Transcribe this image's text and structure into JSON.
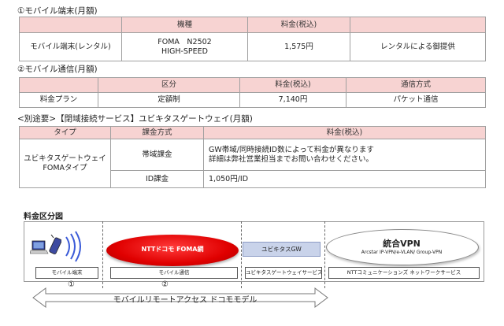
{
  "section1": {
    "heading": "①モバイル端末(月額)",
    "headers": [
      "",
      "機種",
      "料金(税込)",
      ""
    ],
    "row": {
      "name": "モバイル端末(レンタル)",
      "model_line1": "FOMA　N2502",
      "model_line2": "HIGH-SPEED",
      "price": "1,575円",
      "note": "レンタルによる御提供"
    }
  },
  "section2": {
    "heading": "②モバイル通信(月額)",
    "headers": [
      "",
      "区分",
      "料金(税込)",
      "通信方式"
    ],
    "row": {
      "name": "料金プラン",
      "type": "定額制",
      "price": "7,140円",
      "method": "パケット通信"
    }
  },
  "section3": {
    "heading": "<別途要>【閉域接続サービス】ユビキタスゲートウェイ(月額)",
    "headers": [
      "タイプ",
      "課金方式",
      "料金(税込)"
    ],
    "type_line1": "ユビキタスゲートウェイ",
    "type_line2": "FOMAタイプ",
    "rows": [
      {
        "billing": "帯域課金",
        "price_line1": "GW帯域/同時接続ID数によって料金が異なります",
        "price_line2": "詳細は弊社営業担当までお問い合わせください。"
      },
      {
        "billing": "ID課金",
        "price_line1": "1,050円/ID",
        "price_line2": ""
      }
    ]
  },
  "diagram": {
    "title": "料金区分図",
    "ntt_label": "NTTドコモ FOMA網",
    "ubiquitous_label": "ユビキタスGW",
    "vpn_title": "統合VPN",
    "vpn_sub": "Arcstar IP-VPN/e-VLAN/ Group-VPN",
    "segments": [
      "モバイル端末",
      "モバイル通信",
      "ユビキタスゲートウェイサービス",
      "NTTコミュニケーションズ ネットワークサービス"
    ],
    "circle1": "①",
    "circle2": "②",
    "arrow_label": "モバイルリモートアクセス ドコモモデル"
  }
}
